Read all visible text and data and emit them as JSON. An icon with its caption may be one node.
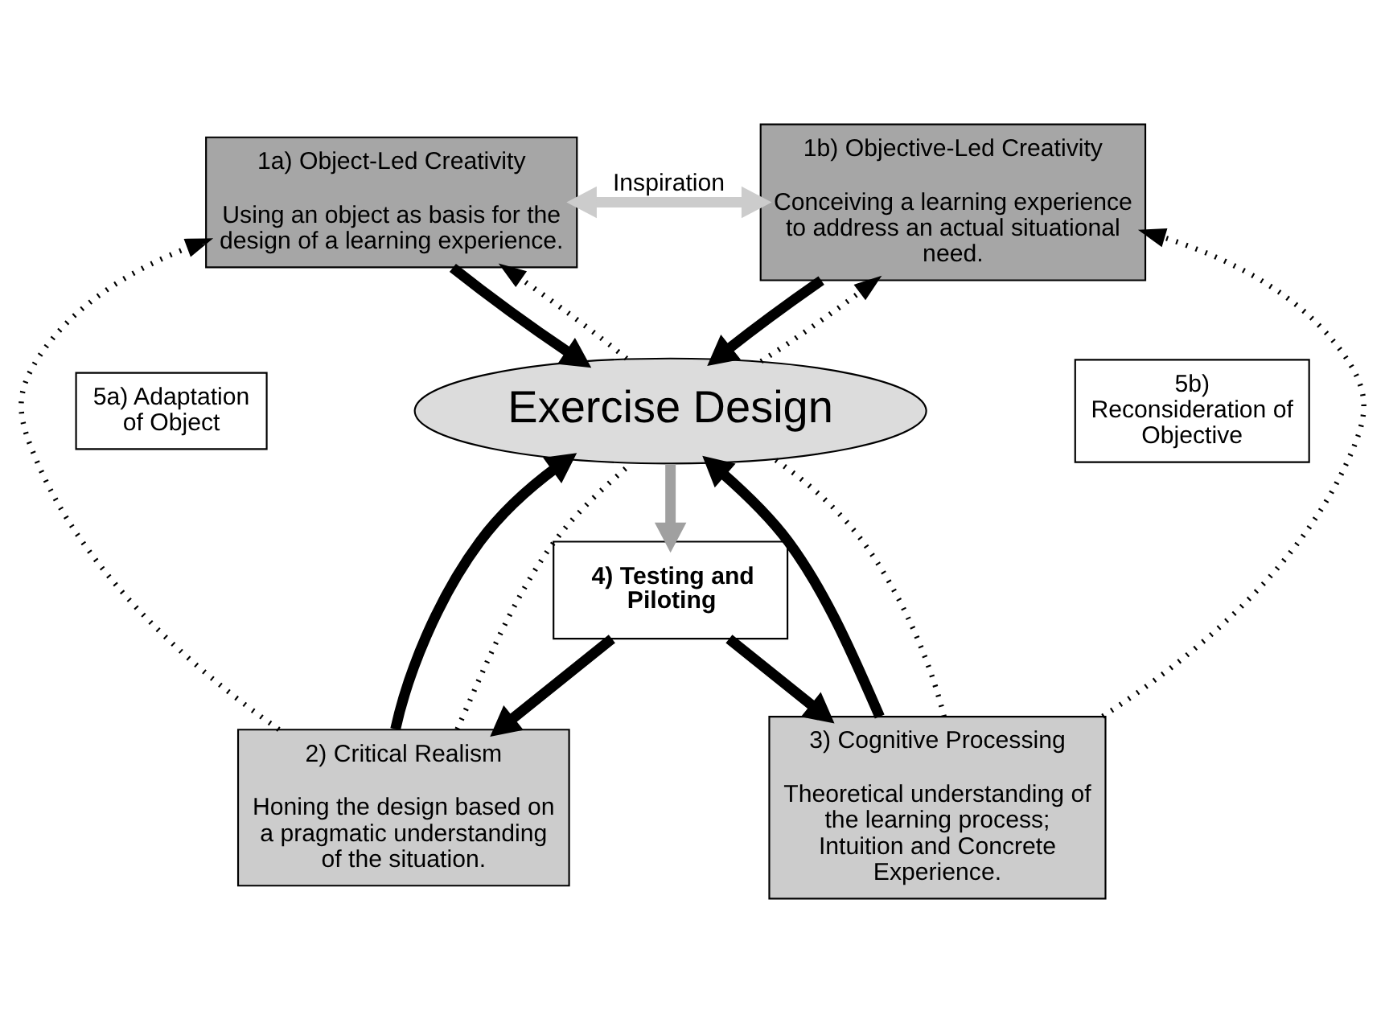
{
  "diagram": {
    "nodes": [
      {
        "text": [
          "1a) Object-Led Creativity",
          "Using an object as basis for the design of a learning experience."
        ]
      },
      {
        "text": [
          "1b) Objective-Led Creativity",
          "Conceiving a learning experience to address an actual situational need."
        ]
      },
      {
        "text": [
          "Exercise Design"
        ]
      },
      {
        "text": [
          "5a) Adaptation of Object"
        ]
      },
      {
        "text": [
          "5b) Reconsideration of Objective"
        ]
      },
      {
        "text": [
          "2) Critical Realism",
          "Honing the design based on a pragmatic understanding of the situation."
        ]
      },
      {
        "text": [
          "3) Cognitive Processing",
          "Theoretical understanding of the learning process; Intuition and Concrete Experience."
        ]
      },
      {
        "text": [
          "4) Testing and Piloting"
        ]
      }
    ],
    "edges": [
      {
        "from": 0,
        "to": 1,
        "arrow": "both",
        "label": "Inspiration",
        "color": "#cccccc"
      },
      {
        "from": 0,
        "to": 2,
        "arrow": "to"
      },
      {
        "from": 1,
        "to": 2,
        "arrow": "to"
      },
      {
        "from": 5,
        "to": 2,
        "arrow": "to"
      },
      {
        "from": 6,
        "to": 2,
        "arrow": "to"
      },
      {
        "from": 2,
        "to": 7,
        "arrow": "to",
        "color": "#a0a0a0"
      },
      {
        "from": 7,
        "to": 5,
        "arrow": "to"
      },
      {
        "from": 7,
        "to": 6,
        "arrow": "to"
      },
      {
        "from": 2,
        "to": 0,
        "arrow": "to",
        "style": "dashed"
      },
      {
        "from": 2,
        "to": 1,
        "arrow": "to",
        "style": "dashed"
      },
      {
        "from": 5,
        "to": 0,
        "arrow": "to",
        "style": "dashed"
      },
      {
        "from": 6,
        "to": 1,
        "arrow": "to",
        "style": "dashed"
      },
      {
        "from": 5,
        "to": 2,
        "arrow": "none",
        "style": "dashed"
      },
      {
        "from": 6,
        "to": 2,
        "arrow": "none",
        "style": "dashed"
      }
    ]
  }
}
